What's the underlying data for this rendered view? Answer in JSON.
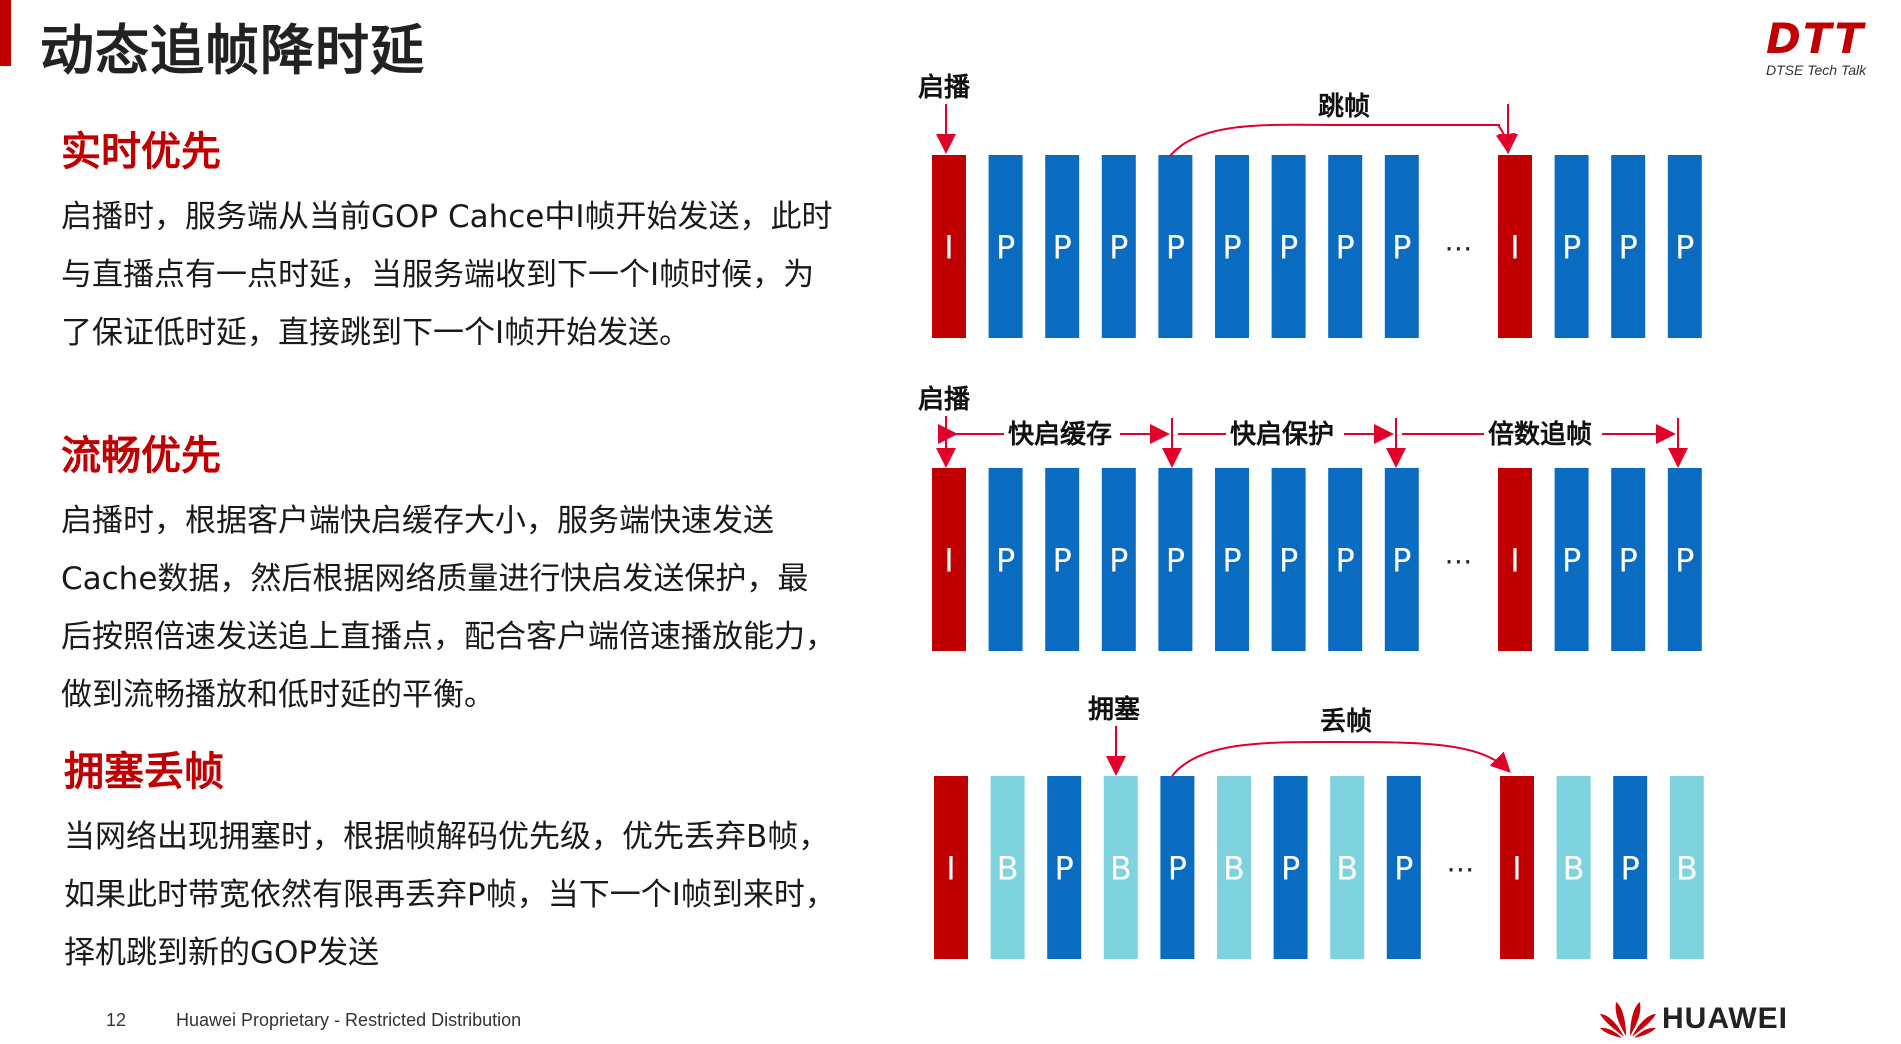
{
  "title": "动态追帧降时延",
  "brand": {
    "logo_text": "DTT",
    "logo_sub": "DTSE  Tech Talk"
  },
  "sections": [
    {
      "heading": "实时优先",
      "lines": [
        "启播时，服务端从当前GOP Cahce中I帧开始发送，此时",
        "与直播点有一点时延，当服务端收到下一个I帧时候，为",
        "了保证低时延，直接跳到下一个I帧开始发送。"
      ]
    },
    {
      "heading": "流畅优先",
      "lines": [
        "启播时，根据客户端快启缓存大小，服务端快速发送",
        "Cache数据，然后根据网络质量进行快启发送保护，最",
        "后按照倍速发送追上直播点，配合客户端倍速播放能力，",
        "做到流畅播放和低时延的平衡。"
      ]
    },
    {
      "heading": "拥塞丢帧",
      "lines": [
        "当网络出现拥塞时，根据帧解码优先级，优先丢弃B帧，",
        "如果此时带宽依然有限再丢弃P帧，当下一个I帧到来时，",
        "择机跳到新的GOP发送"
      ]
    }
  ],
  "diagrams": [
    {
      "name": "realtime",
      "frames": [
        "I",
        "P",
        "P",
        "P",
        "P",
        "P",
        "P",
        "P",
        "P",
        "…",
        "I",
        "P",
        "P",
        "P"
      ],
      "labels": {
        "start": "启播",
        "jump": "跳帧"
      }
    },
    {
      "name": "smooth",
      "frames": [
        "I",
        "P",
        "P",
        "P",
        "P",
        "P",
        "P",
        "P",
        "P",
        "…",
        "I",
        "P",
        "P",
        "P"
      ],
      "labels": {
        "start": "启播",
        "phase1": "快启缓存",
        "phase2": "快启保护",
        "phase3": "倍数追帧"
      }
    },
    {
      "name": "congestion",
      "frames": [
        "I",
        "B",
        "P",
        "B",
        "P",
        "B",
        "P",
        "B",
        "P",
        "…",
        "I",
        "B",
        "P",
        "B"
      ],
      "labels": {
        "congest": "拥塞",
        "drop": "丢帧"
      }
    }
  ],
  "colors": {
    "I": "#c00000",
    "P": "#0a6cc0",
    "B": "#7fd3df",
    "accent": "#c00000",
    "arrow": "#e0002a"
  },
  "footer": {
    "page_number": "12",
    "text": "Huawei Proprietary - Restricted Distribution",
    "brand": "HUAWEI"
  }
}
